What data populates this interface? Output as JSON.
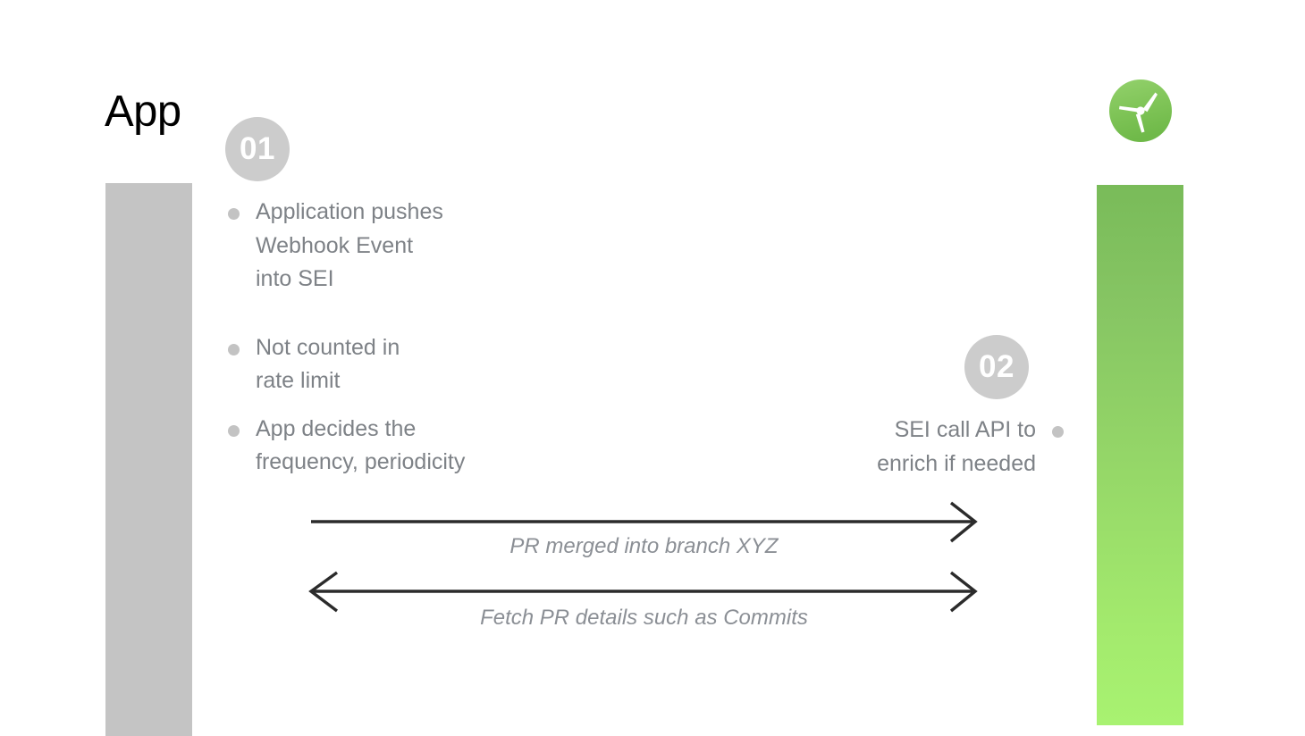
{
  "slide": {
    "title": "App",
    "background_color": "#ffffff"
  },
  "logo": {
    "name": "propeller-logo",
    "shape": "three-blade-propeller-in-circle",
    "circle_color_top": "#8ccc62",
    "circle_color_bottom": "#74bd4e",
    "blade_color": "#ffffff"
  },
  "columns": {
    "left": {
      "label": "App",
      "bar_color": "#c4c4c4"
    },
    "right": {
      "bar_gradient_top": "#79bb59",
      "bar_gradient_bottom": "#a8f271"
    }
  },
  "steps": [
    {
      "number": "01",
      "badge_color": "#cccccc",
      "side": "left",
      "bullets": [
        {
          "lines": [
            "Application pushes",
            "Webhook Event",
            "into SEI"
          ]
        },
        {
          "lines": [
            "Not counted in",
            "rate limit"
          ]
        },
        {
          "lines": [
            "App decides the",
            "frequency, periodicity"
          ]
        }
      ]
    },
    {
      "number": "02",
      "badge_color": "#cccccc",
      "side": "right",
      "bullets": [
        {
          "lines": [
            "SEI call API to",
            "enrich if needed"
          ]
        }
      ]
    }
  ],
  "arrows": [
    {
      "name": "pr-merged-arrow",
      "label": "PR merged into branch XYZ",
      "direction": "right",
      "color": "#2b2b2b"
    },
    {
      "name": "fetch-pr-details-arrow",
      "label": "Fetch PR details such as Commits",
      "direction": "both",
      "color": "#2b2b2b"
    }
  ],
  "text_colors": {
    "title": "#000000",
    "body": "#7e8287",
    "arrow_label": "#8b8f95",
    "bullet_dot": "#c3c3c3"
  }
}
